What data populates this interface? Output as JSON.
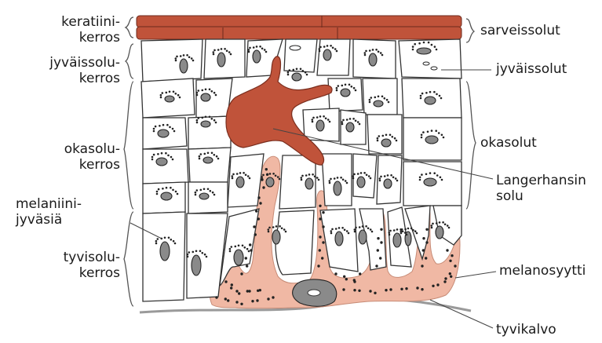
{
  "labels": {
    "left": {
      "stratum_corneum": [
        "keratiini-",
        "kerros"
      ],
      "stratum_granulosum": [
        "jyväissolu-",
        "kerros"
      ],
      "stratum_spinosum": [
        "okasolu-",
        "kerros"
      ],
      "melanin_granules": [
        "melaniini-",
        "jyväsiä"
      ],
      "stratum_basale": [
        "tyvisolu-",
        "kerros"
      ]
    },
    "right": {
      "horny_cells": "sarveissolut",
      "granular_cells": "jyväissolut",
      "spinous_cells": "okasolut",
      "langerhans_cell": [
        "Langerhansin",
        "solu"
      ],
      "melanocyte": "melanosyytti",
      "basement_membrane": "tyvikalvo"
    }
  },
  "colors": {
    "keratin": "#c0533a",
    "langerhans": "#c0533a",
    "melanocyte": "#f0b8a4",
    "granule": "#222222",
    "membrane": "#9a9a9a"
  }
}
